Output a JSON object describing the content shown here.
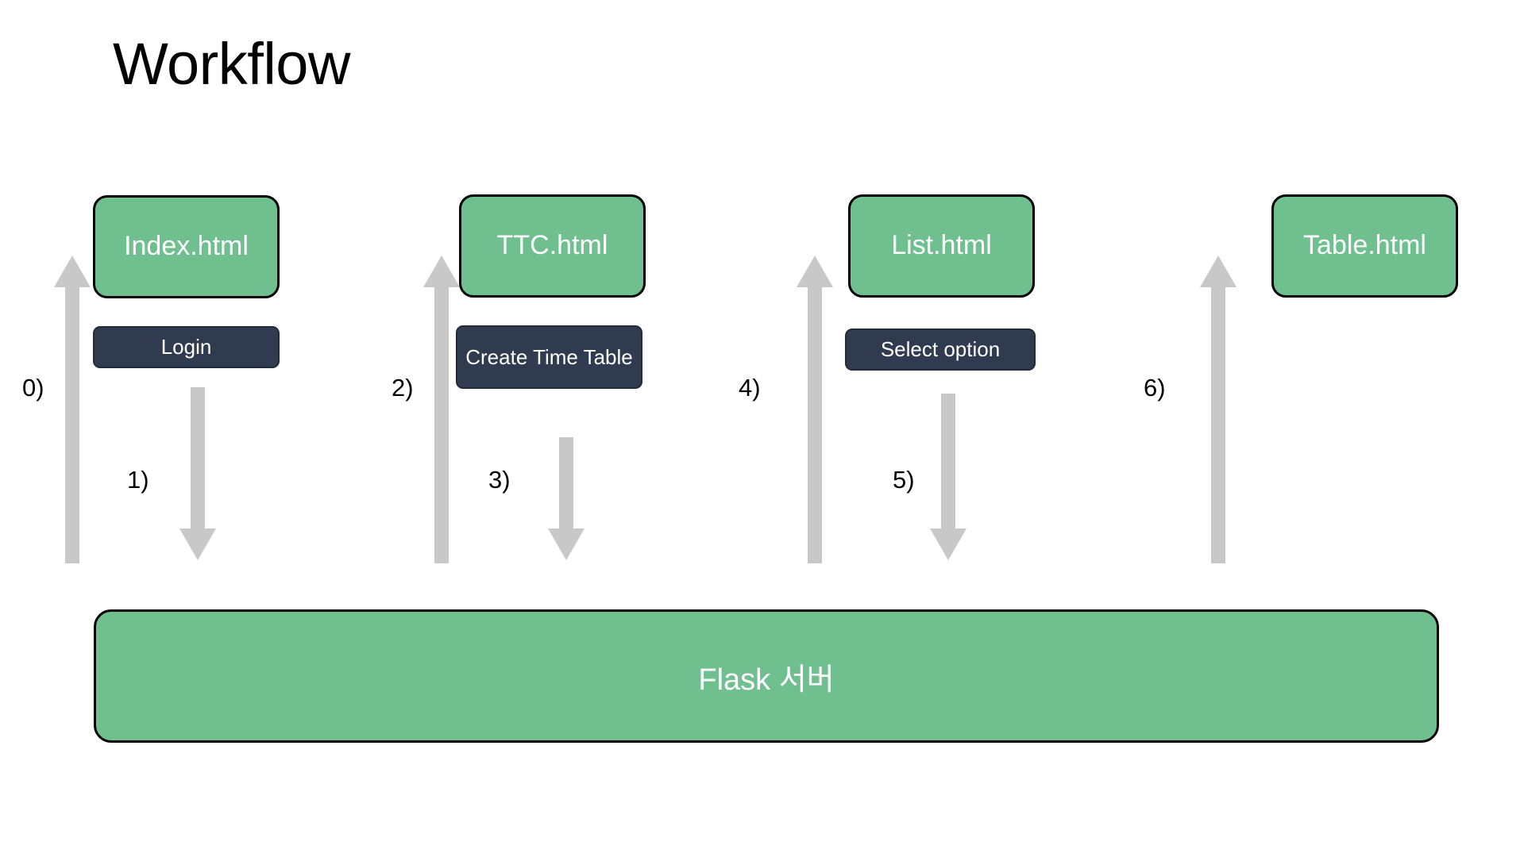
{
  "title": "Workflow",
  "colors": {
    "page_box_fill": "#6FC08E",
    "page_box_border": "#000000",
    "button_fill": "#303B4F",
    "arrow_fill": "#C8C8C8",
    "box_text": "#FFFFFF",
    "label_text": "#000000",
    "background": "#FFFFFF"
  },
  "columns": [
    {
      "page": "Index.html",
      "button": "Login",
      "up_label": "0)",
      "down_label": "1)"
    },
    {
      "page": "TTC.html",
      "button": "Create Time Table",
      "up_label": "2)",
      "down_label": "3)"
    },
    {
      "page": "List.html",
      "button": "Select option",
      "up_label": "4)",
      "down_label": "5)"
    },
    {
      "page": "Table.html",
      "button": null,
      "up_label": "6)",
      "down_label": null
    }
  ],
  "server": {
    "label": "Flask 서버"
  },
  "diagram": {
    "arrow_up_icon": "arrow-up-icon",
    "arrow_down_icon": "arrow-down-icon"
  }
}
